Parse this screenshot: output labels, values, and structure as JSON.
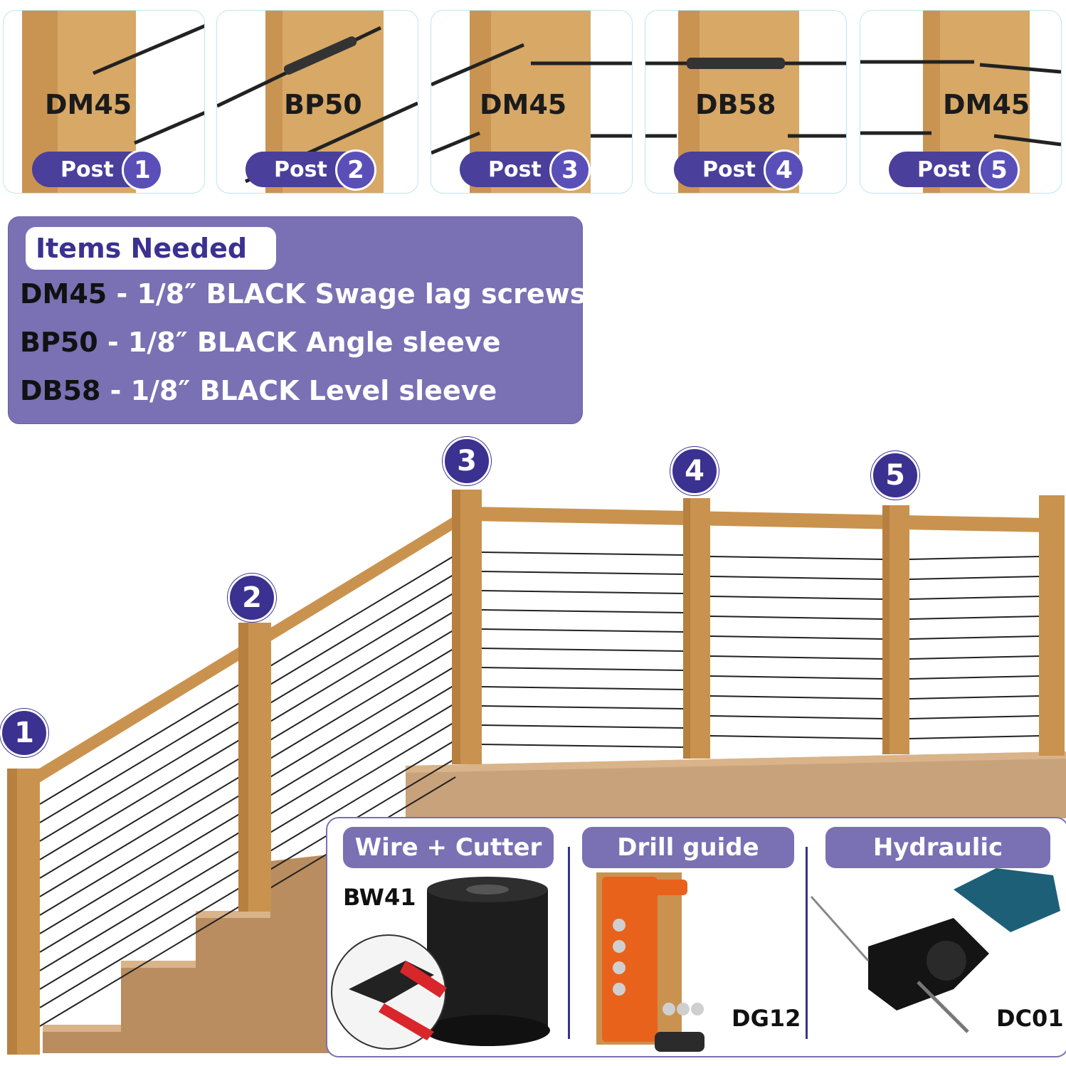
{
  "panels": [
    {
      "code": "DM45",
      "post_label": "Post",
      "number": "1"
    },
    {
      "code": "BP50",
      "post_label": "Post",
      "number": "2"
    },
    {
      "code": "DM45",
      "post_label": "Post",
      "number": "3"
    },
    {
      "code": "DB58",
      "post_label": "Post",
      "number": "4"
    },
    {
      "code": "DM45",
      "post_label": "Post",
      "number": "5"
    }
  ],
  "items_needed": {
    "title": "Items Needed",
    "lines": [
      {
        "code": "DM45",
        "desc": " - 1/8″ BLACK Swage lag screws"
      },
      {
        "code": "BP50",
        "desc": " - 1/8″ BLACK Angle sleeve"
      },
      {
        "code": "DB58",
        "desc": " - 1/8″ BLACK Level sleeve"
      }
    ]
  },
  "post_badges": [
    "1",
    "2",
    "3",
    "4",
    "5"
  ],
  "tools": [
    {
      "title": "Wire + Cutter",
      "code": "BW41"
    },
    {
      "title": "Drill guide",
      "code": "DG12"
    },
    {
      "title": "Hydraulic crimper",
      "code": "DC01"
    }
  ],
  "colors": {
    "accent": "#7a70b4",
    "dark_purple": "#3b3190",
    "wood": "#c9934f",
    "deck": "#c8a27a",
    "cable": "#222222"
  }
}
